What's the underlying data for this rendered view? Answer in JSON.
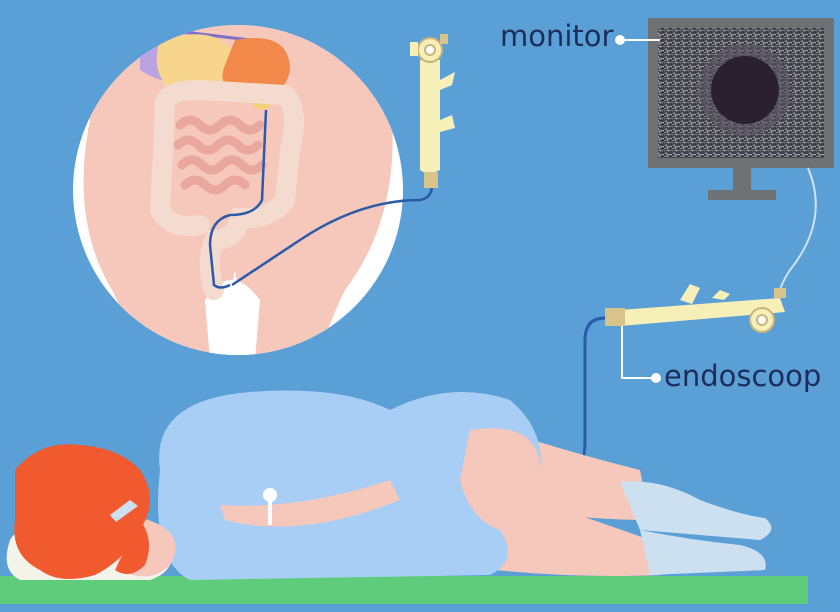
{
  "labels": {
    "monitor": "monitor",
    "endoscope": "endoscoop"
  },
  "colors": {
    "background": "#5a9fd6",
    "label_text": "#1e2d5a",
    "skin": "#f6c7bb",
    "gown": "#a9cef5",
    "hair": "#f05a2e",
    "floor": "#5fcc7b",
    "pillow": "#f4f3ea",
    "instrument": "#f7efb8",
    "cable": "#2a5aa8",
    "monitor_frame": "#6f7275",
    "sock": "#cde0ef"
  },
  "icons": {
    "monitor": "monitor-icon",
    "endoscope_handle": "endoscope-icon",
    "anatomy": "anatomy-inset"
  }
}
